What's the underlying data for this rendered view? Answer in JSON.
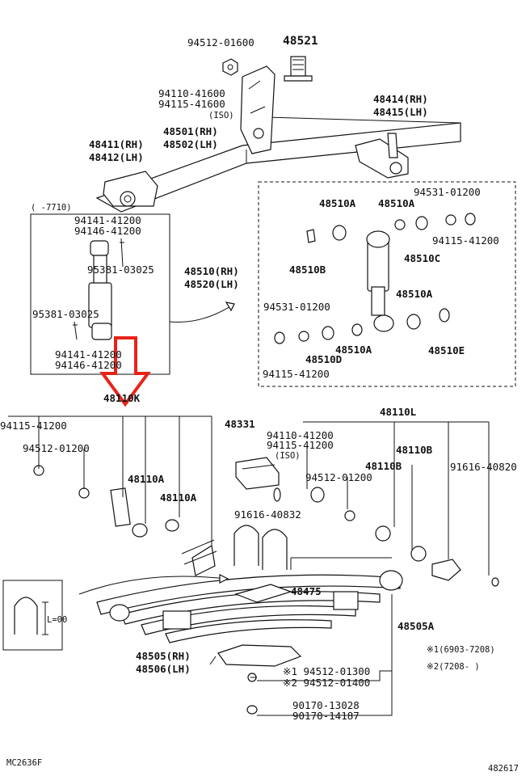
{
  "labels": {
    "p9451201600": "94512-01600",
    "p48521": "48521",
    "p9411041600": "94110-41600",
    "p9411541600": "94115-41600",
    "iso_top": "(ISO)",
    "p48414rh": "48414(RH)",
    "p48415lh": "48415(LH)",
    "p48501rh": "48501(RH)",
    "p48502lh": "48502(LH)",
    "p48411rh": "48411(RH)",
    "p48412lh": "48412(LH)",
    "range_7710": "(    -7710)",
    "p9414141200a": "94141-41200",
    "p9414641200a": "94146-41200",
    "p9538103025a": "95381-03025",
    "p9538103025b": "95381-03025",
    "p9414141200b": "94141-41200",
    "p9414641200b": "94146-41200",
    "p48510rh": "48510(RH)",
    "p48520lh": "48520(LH)",
    "p9453101200a": "94531-01200",
    "p48510a_1": "48510A",
    "p48510a_2": "48510A",
    "p9411541200a": "94115-41200",
    "p48510b": "48510B",
    "p48510c": "48510C",
    "p48510a_3": "48510A",
    "p9453101200b": "94531-01200",
    "p48510a_4": "48510A",
    "p48510d": "48510D",
    "p48510e": "48510E",
    "p9411541200b": "94115-41200",
    "p48110k": "48110K",
    "p9411541200c": "94115-41200",
    "p9451201200a": "94512-01200",
    "p48110a_1": "48110A",
    "p48110a_2": "48110A",
    "p48331": "48331",
    "p9411041200": "94110-41200",
    "p9411541200d": "94115-41200",
    "iso_mid": "(ISO)",
    "p9451201200b": "94512-01200",
    "p48110l": "48110L",
    "p48110b_1": "48110B",
    "p48110b_2": "48110B",
    "p9161640820": "91616-40820",
    "p9161640832": "91616-40832",
    "p48475": "48475",
    "p48505a": "48505A",
    "p48505rh": "48505(RH)",
    "p48506lh": "48506(LH)",
    "note1": "※1(6903-7208)",
    "note2": "※2(7208-     )",
    "p9451201300": "※1 94512-01300",
    "p9451201400": "※2 94512-01400",
    "p9017013028": "90170-13028",
    "p9017014187": "90170-14187",
    "inset_l": "L=00",
    "footer_left": "MC2636F",
    "footer_right": "482617"
  },
  "colors": {
    "ink": "#111111",
    "highlight_arrow": "#e8231a",
    "background": "#ffffff"
  },
  "icons": {
    "highlight": "down-arrow-icon"
  }
}
